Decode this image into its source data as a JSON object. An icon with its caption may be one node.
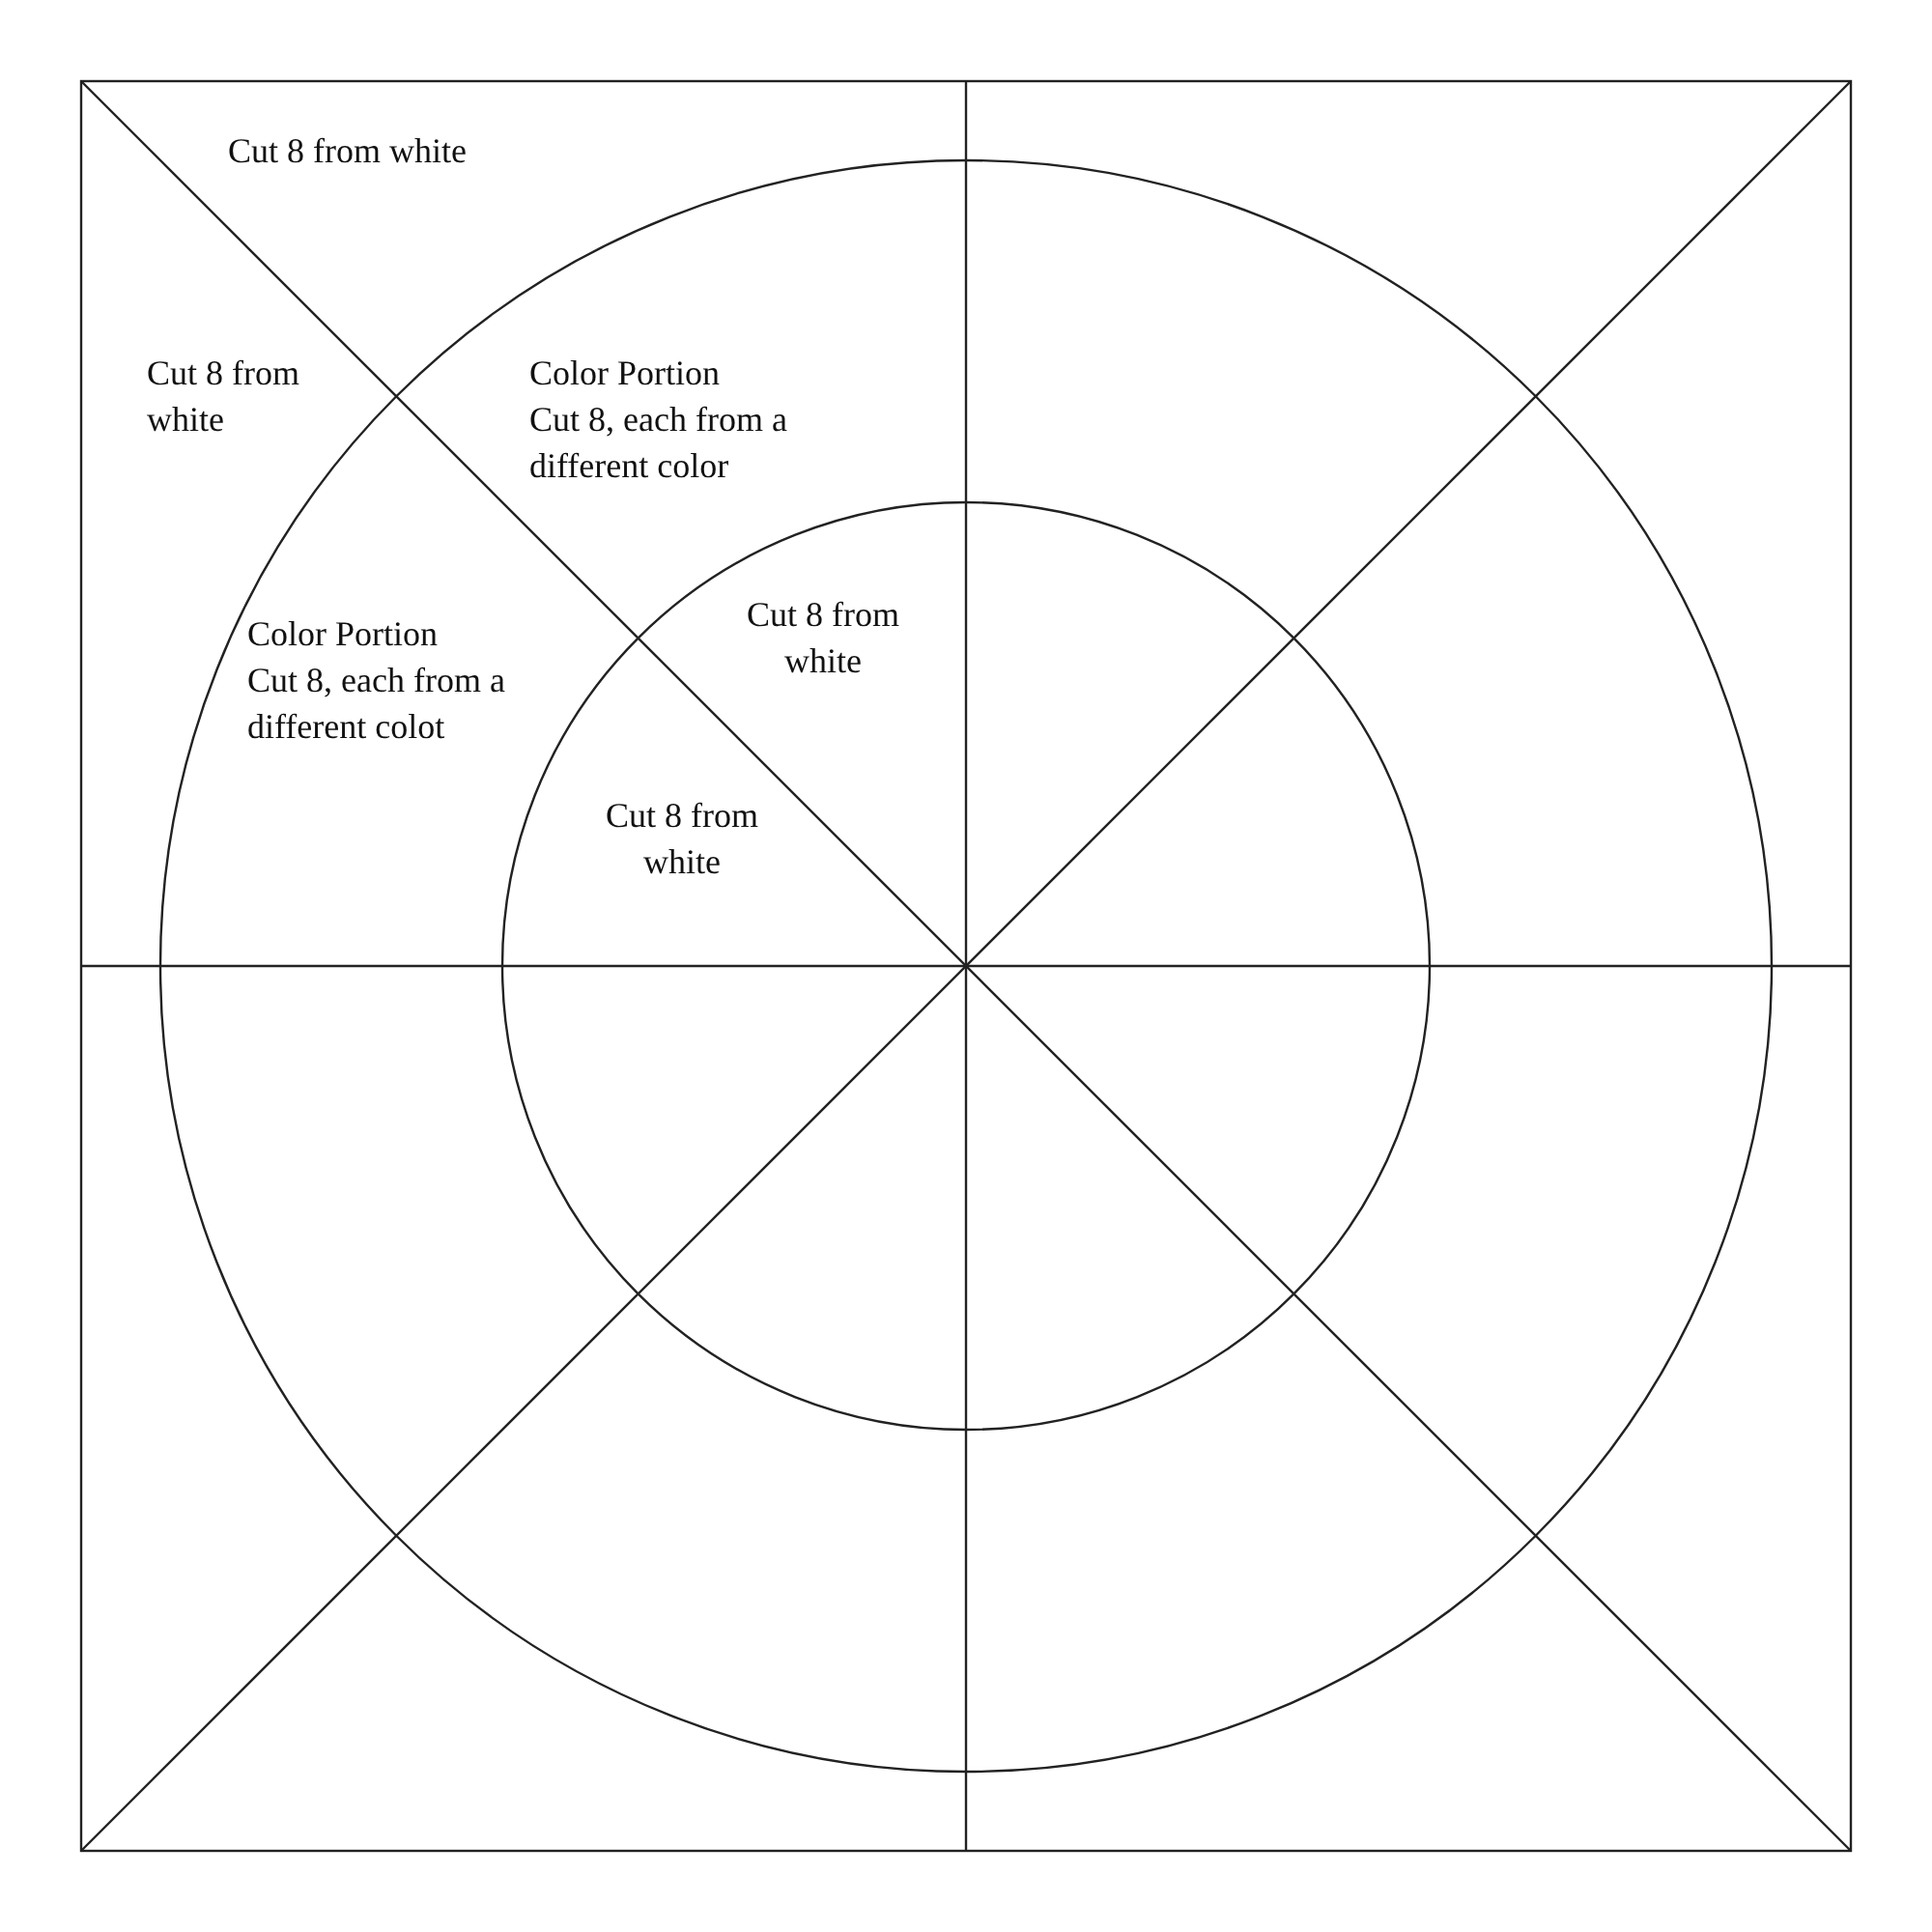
{
  "diagram": {
    "labels": [
      "Cut 8 from white",
      "Cut 8 from white",
      "Color Portion",
      "Cut 8, each from a different color",
      "Color Portion",
      "Cut 8, each from a different colot",
      "Cut 8 from white",
      "Cut 8 from white"
    ]
  }
}
